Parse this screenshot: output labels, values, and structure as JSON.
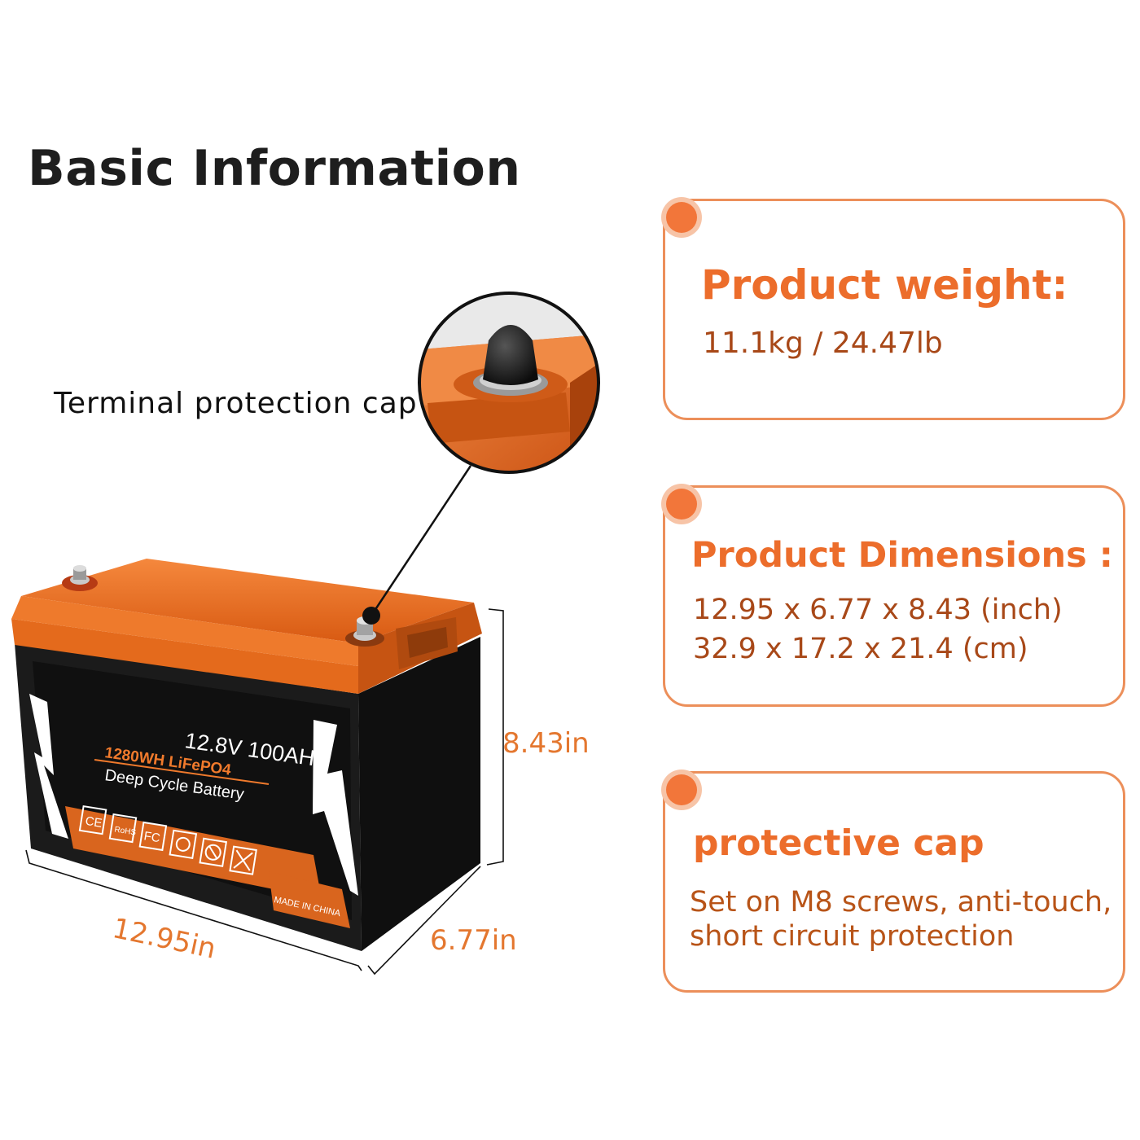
{
  "header": {
    "title": "Basic Information"
  },
  "callout": {
    "label": "Terminal protection cap"
  },
  "battery": {
    "spec_line": "12.8V 100AH",
    "energy_line": "1280WH LiFePO4",
    "type_line": "Deep Cycle Battery",
    "origin_line": "MADE IN CHINA",
    "icons": [
      "ce-mark-icon",
      "rohs-icon",
      "fcc-icon",
      "recycle-icon",
      "no-fire-icon",
      "no-trash-icon"
    ]
  },
  "dimensions": {
    "length": "12.95in",
    "width": "6.77in",
    "height": "8.43in"
  },
  "cards": {
    "weight": {
      "heading": "Product weight:",
      "value": "11.1kg / 24.47lb"
    },
    "dims": {
      "heading": "Product Dimensions :",
      "inch": "12.95 x 6.77 x 8.43 (inch)",
      "cm": "32.9 x 17.2 x 21.4 (cm)"
    },
    "cap": {
      "heading": "protective cap",
      "line1": "Set on M8 screws, anti-touch,",
      "line2": "short circuit protection"
    }
  },
  "colors": {
    "accent": "#ec6d2b",
    "card_border": "#ec8f5a",
    "body_text": "#a84818",
    "battery_orange": "#e46a1c",
    "battery_black": "#1b1b1b"
  }
}
